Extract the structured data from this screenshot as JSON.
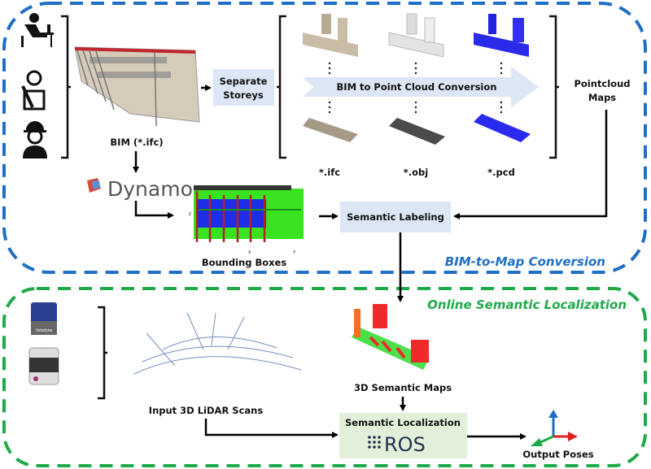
{
  "colors": {
    "blue_region": "#1f6fc5",
    "green_region": "#1faa4a",
    "box_blue": "#dde6f5",
    "box_green": "#e2efd9",
    "ros_text": "#22314e"
  },
  "bim_to_map": {
    "title": "BIM-to-Map Conversion",
    "bim_label": "BIM (*.ifc)",
    "dynamo_label": "Dynamo",
    "bounding_boxes_label": "Bounding Boxes",
    "separate_storeys": [
      "Separate",
      "Storeys"
    ],
    "conversion_arrow_label": "BIM to Point Cloud Conversion",
    "format_labels": [
      "*.ifc",
      "*.obj",
      "*.pcd"
    ],
    "pointcloud_maps": [
      "Pointcloud",
      "Maps"
    ],
    "semantic_labeling": "Semantic Labeling",
    "axis_labels": {
      "z": "Z",
      "x": "X",
      "y": "Y"
    },
    "stakeholder_icons": [
      "office-worker-icon",
      "construction-worker-icon",
      "engineer-icon"
    ]
  },
  "online": {
    "title": "Online Semantic Localization",
    "lidar_label": "Input 3D LiDAR Scans",
    "sensor_brand": "Velodyne",
    "semantic_maps_label": "3D Semantic Maps",
    "localization_title": "Semantic Localization",
    "ros_label": "ROS",
    "output_label": "Output Poses"
  }
}
